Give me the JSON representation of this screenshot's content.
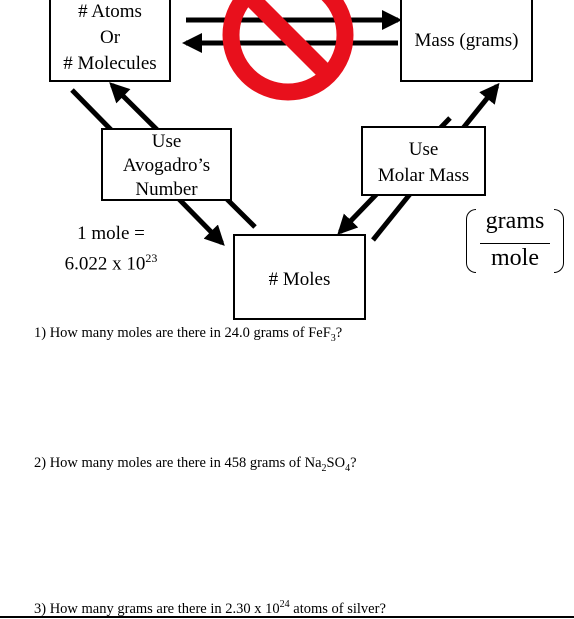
{
  "diagram": {
    "atoms_box": {
      "line1": "# Atoms",
      "line2": "Or",
      "line3": "# Molecules"
    },
    "mass_box": {
      "label": "Mass (grams)"
    },
    "avogadro_box": {
      "line1": "Use",
      "line2": "Avogadro’s",
      "line3": "Number"
    },
    "molar_mass_box": {
      "line1": "Use",
      "line2": "Molar Mass"
    },
    "moles_box": {
      "label": "# Moles"
    },
    "mole_equivalence": {
      "line1": "1 mole =",
      "line2_base": "6.022 x 10",
      "line2_exp": "23"
    },
    "fraction": {
      "numerator": "grams",
      "denominator": "mole"
    },
    "colors": {
      "prohibit_red": "#e8101c"
    }
  },
  "questions": {
    "q1": {
      "prefix": "1) How many moles are there in 24.0 grams of FeF",
      "sub": "3",
      "suffix": "?"
    },
    "q2": {
      "prefix": "2) How many moles are there in 458 grams of Na",
      "sub1": "2",
      "mid": "SO",
      "sub2": "4",
      "suffix": "?"
    },
    "q3": {
      "prefix": "3) How many grams are there in 2.30 x 10",
      "sup": "24",
      "suffix": " atoms of silver?"
    }
  }
}
